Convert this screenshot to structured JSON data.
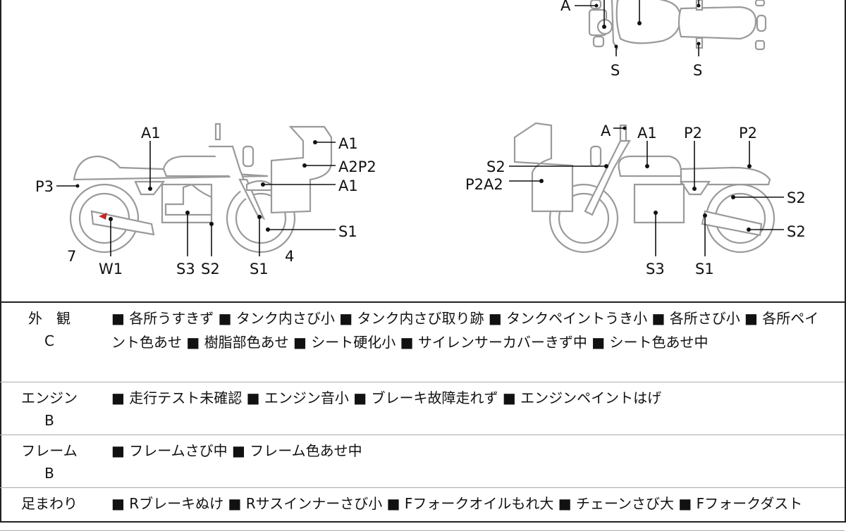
{
  "diagram": {
    "top_view_labels": [
      "A",
      "S",
      "S"
    ],
    "left_side_labels": [
      "A1",
      "A1",
      "A2P2",
      "A1",
      "P3",
      "S1",
      "7",
      "W1",
      "S3",
      "S2",
      "S1",
      "4"
    ],
    "right_side_labels": [
      "A",
      "A1",
      "P2",
      "P2",
      "S2",
      "P2A2",
      "S2",
      "S2",
      "S3",
      "S1"
    ]
  },
  "sections": [
    {
      "name": "外　観",
      "grade": "C",
      "text": "■ 各所うすきず ■ タンク内さび小 ■ タンク内さび取り跡 ■ タンクペイントうき小 ■ 各所さび小 ■ 各所ペイント色あせ ■ 樹脂部色あせ ■ シート硬化小 ■ サイレンサーカバーきず中 ■ シート色あせ中"
    },
    {
      "name": "エンジン",
      "grade": "B",
      "text": "■ 走行テスト未確認 ■ エンジン音小 ■ ブレーキ故障走れず ■ エンジンペイントはげ"
    },
    {
      "name": "フレーム",
      "grade": "B",
      "text": "■ フレームさび中 ■ フレーム色あせ中"
    },
    {
      "name": "足まわり",
      "grade": "",
      "text": "■ Rブレーキぬけ ■ Rサスインナーさび小 ■ Fフォークオイルもれ大 ■ チェーンさび大 ■ Fフォークダスト"
    }
  ]
}
